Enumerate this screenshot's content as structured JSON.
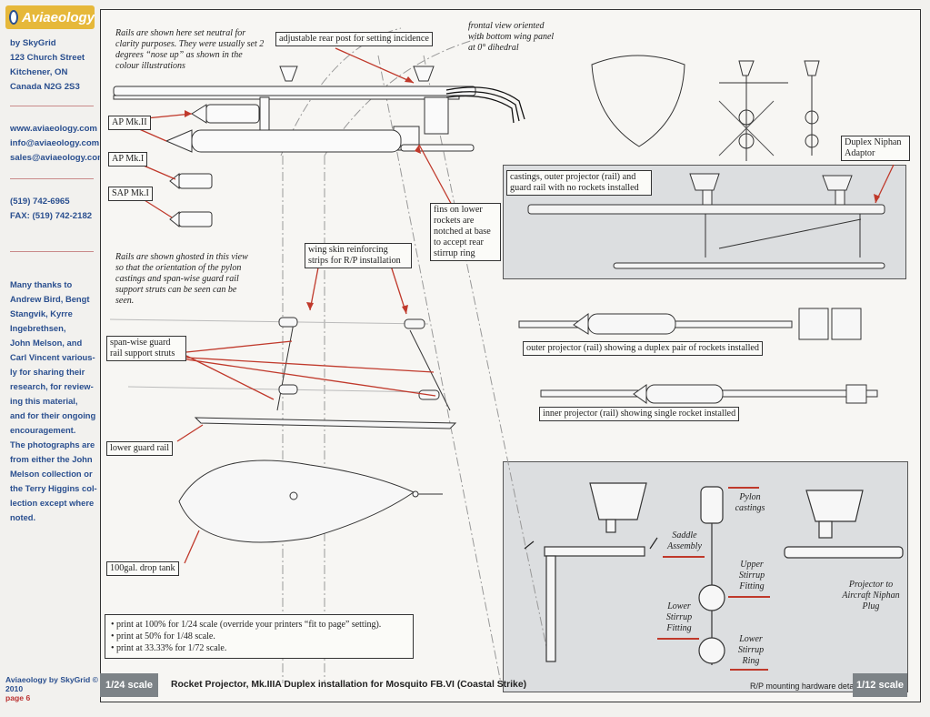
{
  "sidebar": {
    "logo_text": "Aviaeology",
    "byline": "by SkyGrid",
    "address": [
      "123 Church Street",
      "Kitchener, ON",
      "Canada N2G 2S3"
    ],
    "web": [
      "www.aviaeology.com",
      "info@aviaeology.com",
      "sales@aviaeology.com"
    ],
    "phone": [
      "(519) 742-6965",
      "FAX: (519) 742-2182"
    ],
    "thanks": [
      "Many thanks to",
      "Andrew Bird, Bengt",
      "Stangvik, Kyrre",
      "Ingebrethsen,",
      "John Melson, and",
      "Carl Vincent various-",
      "ly for sharing their",
      "research, for review-",
      "ing this material,",
      "and for their ongoing",
      "encouragement.",
      "The photographs are",
      "from either the John",
      "Melson collection or",
      "the Terry Higgins col-",
      "lection except where",
      "noted."
    ],
    "copyright": "Aviaeology by SkyGrid © 2010",
    "page": "page 6"
  },
  "notes": {
    "rails_neutral": "Rails are shown here set neutral for clarity purposes. They were usually set 2 degrees “nose up” as shown in the colour illustrations",
    "frontal": "frontal view oriented with bottom wing panel at 0° dihedral",
    "rails_ghosted": "Rails are shown ghosted in this view so that the orientation of the pylon castings and span-wise guard rail support struts can be seen can be seen."
  },
  "labels": {
    "rear_post": "adjustable rear post for setting incidence",
    "ap_mk2": "AP Mk.II",
    "ap_mk1": "AP Mk.I",
    "sap_mk1": "SAP Mk.I",
    "fins": "fins on lower rockets are notched at base to accept rear stirrup ring",
    "duplex_adaptor": "Duplex Niphan Adaptor",
    "castings": "castings, outer projector (rail) and guard rail with no rockets installed",
    "wing_skin": "wing skin reinforcing strips for R/P installation",
    "spanwise": "span-wise guard rail support struts",
    "lower_guard": "lower guard rail",
    "drop_tank": "100gal. drop tank",
    "outer_projector": "outer projector (rail) showing a duplex pair of rockets installed",
    "inner_projector": "inner projector (rail) showing single rocket installed"
  },
  "print_notes": [
    "print at 100% for 1/24 scale (override your printers “fit to page” setting).",
    "print at 50% for 1/48 scale.",
    "print at 33.33% for 1/72 scale."
  ],
  "detail_parts": {
    "pylon": "Pylon castings",
    "saddle": "Saddle Assembly",
    "upper_stirrup": "Upper Stirrup Fitting",
    "lower_stirrup_fitting": "Lower Stirrup Fitting",
    "lower_stirrup_ring": "Lower Stirrup Ring",
    "projector_plug": "Projector to Aircraft Niphan Plug"
  },
  "footer": {
    "scale_left": "1/24 scale",
    "title": "Rocket Projector, Mk.IIIA Duplex installation for Mosquito FB.VI (Coastal Strike)",
    "detail_caption": "R/P mounting hardware details",
    "scale_right": "1/12 scale"
  },
  "colors": {
    "accent_blue": "#2a4f8f",
    "leader_red": "#c0392b",
    "panel_grey": "#dcdee0",
    "scale_box": "#7d8387",
    "logo_gold": "#e6b83a"
  }
}
